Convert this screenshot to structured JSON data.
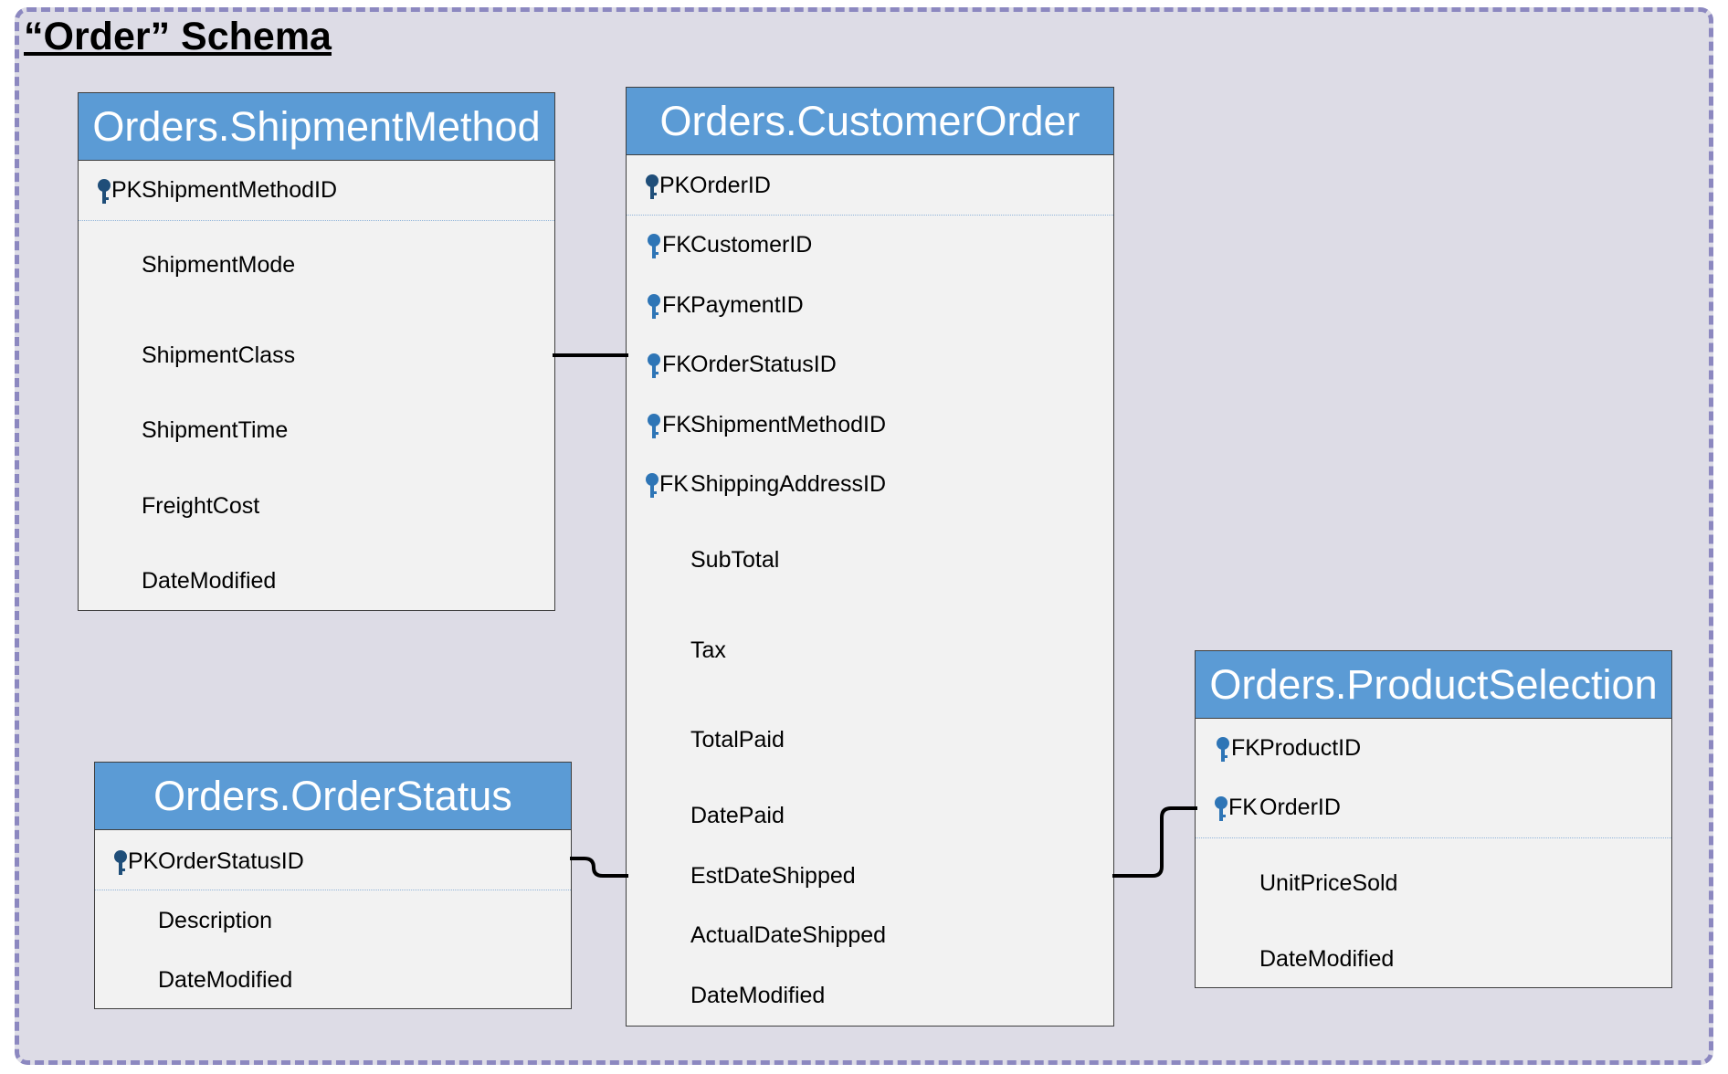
{
  "schema_title": "“Order” Schema",
  "tables": {
    "shipment_method": {
      "title": "Orders.ShipmentMethod",
      "key_rows": [
        {
          "key": "PK",
          "name": "ShipmentMethodID"
        }
      ],
      "columns": [
        "ShipmentMode",
        "ShipmentClass",
        "ShipmentTime",
        "FreightCost",
        "DateModified"
      ]
    },
    "customer_order": {
      "title": "Orders.CustomerOrder",
      "key_rows": [
        {
          "key": "PK",
          "name": "OrderID"
        },
        {
          "key": "FK",
          "name": "CustomerID"
        },
        {
          "key": "FK",
          "name": "PaymentID"
        },
        {
          "key": "FK",
          "name": "OrderStatusID"
        },
        {
          "key": "FK",
          "name": "ShipmentMethodID"
        },
        {
          "key": "FK",
          "name": "ShippingAddressID"
        }
      ],
      "columns": [
        "SubTotal",
        "Tax",
        "TotalPaid",
        "DatePaid",
        "EstDateShipped",
        "ActualDateShipped",
        "DateModified"
      ]
    },
    "order_status": {
      "title": "Orders.OrderStatus",
      "key_rows": [
        {
          "key": "PK",
          "name": "OrderStatusID"
        }
      ],
      "columns": [
        "Description",
        "DateModified"
      ]
    },
    "product_selection": {
      "title": "Orders.ProductSelection",
      "key_rows": [
        {
          "key": "FK",
          "name": "ProductID"
        },
        {
          "key": "FK",
          "name": "OrderID"
        }
      ],
      "columns": [
        "UnitPriceSold",
        "DateModified"
      ]
    }
  },
  "colors": {
    "header": "#5b9bd5",
    "table_body": "#f2f2f2",
    "frame_fill": "#dddce6",
    "frame_border": "#8c88c0",
    "pk_key": "#1f4e79",
    "fk_key": "#2e75b6"
  }
}
